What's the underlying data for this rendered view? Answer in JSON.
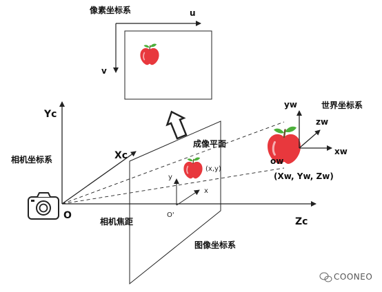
{
  "labels": {
    "pixel_coord_system": "像素坐标系",
    "pixel_u": "u",
    "pixel_v": "v",
    "camera_coord_system": "相机坐标系",
    "camera_yc": "Yc",
    "camera_xc": "Xc",
    "camera_zc": "Zc",
    "camera_origin": "O",
    "focal_length": "相机焦距",
    "imaging_plane": "成像平面",
    "image_coord_system": "图像坐标系",
    "image_point": "(x,y)",
    "image_x": "x",
    "image_y": "y",
    "image_origin": "O'",
    "world_coord_system": "世界坐标系",
    "world_yw": "yw",
    "world_zw": "zw",
    "world_xw": "xw",
    "world_origin": "ow",
    "world_point": "(Xw, Yw, Zw)"
  },
  "watermark": {
    "text": "COONEO"
  },
  "colors": {
    "line": "#222222",
    "apple_red": "#e8383d",
    "apple_leaf": "#4caf3a"
  }
}
